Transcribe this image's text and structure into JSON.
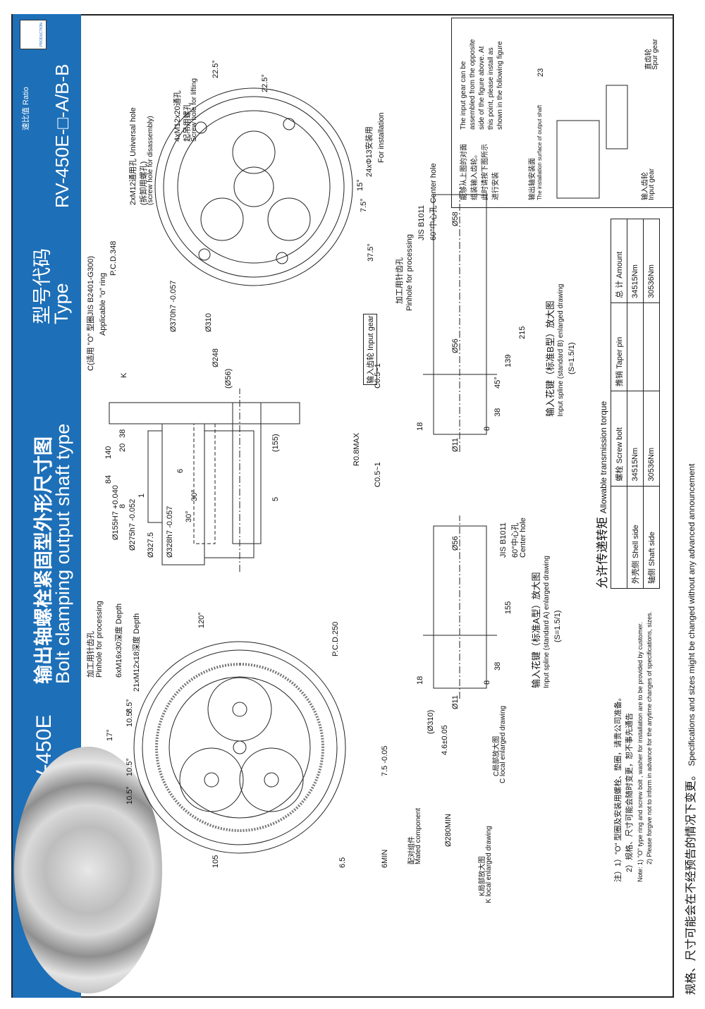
{
  "header": {
    "model": "RV-450E",
    "title_cn": "输出轴螺栓紧固型外形尺寸图",
    "title_en": "Bolt clamping output shaft type",
    "type_cn": "型号代码",
    "type_en": "Type",
    "ratio_label": "速比值 Ratio",
    "type_code": "RV-450E-□-A/B-B",
    "logo_text": "PRODUCTION"
  },
  "colors": {
    "band": "#1d6fb8"
  },
  "front_view": {
    "labels": [
      "加工用针齿孔",
      "Pinhole for processing",
      "6xM16x30深度 Depth",
      "21xM12x18深度 Depth",
      "120°",
      "P.C.D.250",
      "17°",
      "8.5°",
      "10.5°",
      "10.5°",
      "10.5°",
      "105",
      "6.5"
    ]
  },
  "side_view": {
    "labels": [
      "Ø328h7 -0.057",
      "Ø327.5",
      "Ø275h7 -0.052",
      "Ø155H7 +0.040",
      "30°",
      "30°",
      "Ø370h7 -0.057",
      "Ø310",
      "Ø248",
      "(Ø56)",
      "140",
      "84",
      "38",
      "20",
      "8",
      "1",
      "6",
      "5",
      "(155)",
      "C0.5~1",
      "C0.5~1",
      "R0.8MAX",
      "K",
      "C(适用 \"O\" 型圈JIS B2401-G300)",
      "Applicable \"o\" ring",
      "输入齿轮",
      "Input gear"
    ]
  },
  "rear_view": {
    "labels": [
      "2xM12通用孔 Universal hole",
      "(拆卸用螺孔)",
      "(screw hole for disassembly)",
      "4xM12x20通孔",
      "起吊用螺孔",
      "Screw hole for lifting",
      "22.5°",
      "22.5°",
      "24xΦ13安装用",
      "For installation",
      "15°",
      "7.5°",
      "37.5°",
      "P.C.D.348",
      "加工用针齿孔",
      "Pinhole for processing"
    ]
  },
  "spline_b": {
    "labels": [
      "JIS B1011",
      "60°中心孔 Center hole",
      "Ø58",
      "Ø56",
      "215",
      "139",
      "45°",
      "38",
      "8",
      "18",
      "Ø11"
    ],
    "title_cn": "输入花键（标准B型）放大图",
    "title_en": "Input spline (standard B) enlarged drawing",
    "scale": "(S=1.5/1)"
  },
  "spline_a": {
    "labels": [
      "JIS B1011",
      "60°中心孔",
      "Center hole",
      "Ø56",
      "155",
      "38",
      "8",
      "18",
      "Ø11"
    ],
    "title_cn": "输入花键（标准A型）放大图",
    "title_en": "Input spline (standard A) enlarged drawing",
    "scale": "(S=1.5/1)"
  },
  "details": {
    "c_title_cn": "C局部放大图",
    "c_title_en": "C local enlarged drawing",
    "c_labels": [
      "(Ø310)",
      "4.6±0.05",
      "7.5 -0.05"
    ],
    "k_title_cn": "K局部放大图",
    "k_title_en": "K local enlarged drawing",
    "k_labels": [
      "配对组件",
      "Mated component",
      "Ø280MIN",
      "6MIN"
    ]
  },
  "install_note": {
    "cn": [
      "能够从上图的对面",
      "组装输入齿轮。",
      "此时请按下图所示",
      "进行安装"
    ],
    "en": [
      "The input gear can be",
      "assembled from the opposite",
      "side of the figure above. At",
      "this point, please install as",
      "shown in the following figure"
    ],
    "dim": "23",
    "surface_cn": "输出轴安装面",
    "surface_en": "The installation surface of output shaft",
    "input_gear_cn": "输入齿轮",
    "input_gear_en": "Input gear",
    "spur_gear_cn": "直齿轮",
    "spur_gear_en": "Spur gear"
  },
  "torque": {
    "title_cn": "允许传递转矩",
    "title_en": "Allowable transmission torque",
    "headers": [
      "",
      "螺栓 Screw bolt",
      "推销 Taper pin",
      "总 计 Amount"
    ],
    "rows": [
      {
        "label": "外壳侧 Shell side",
        "bolt": "34515Nm",
        "pin": "",
        "amount": "34515Nm"
      },
      {
        "label": "轴侧 Shaft side",
        "bolt": "30536Nm",
        "pin": "",
        "amount": "30536Nm"
      }
    ]
  },
  "notes": {
    "cn1": "注）1）\"O\" 型圈及安装用螺栓、垫圈，请贵公司准备。",
    "cn2": "2）规格、尺寸可能会随时变更，恕不事先通告",
    "en1": "Note: 1) \"O\" type ring and screw bolt , washer for installation are to be provided by customer.",
    "en2": "2) Please forgive not to inform in advance for the anytime changes of specifications, sizes."
  },
  "footer": {
    "cn": "规格、尺寸可能会在不经预告的情况下变更。",
    "en": "Specifications and sizes might be changed without any advanced announcement"
  }
}
